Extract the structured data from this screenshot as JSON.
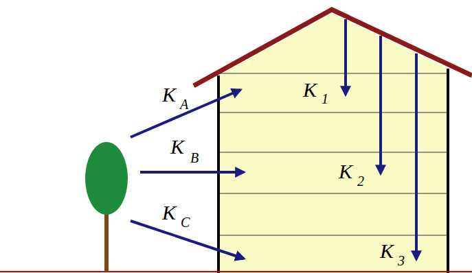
{
  "diagram": {
    "labels": [
      "K",
      "A",
      "K",
      "1",
      "K",
      "B",
      "K",
      "2",
      "K",
      "C",
      "K",
      "3"
    ]
  }
}
